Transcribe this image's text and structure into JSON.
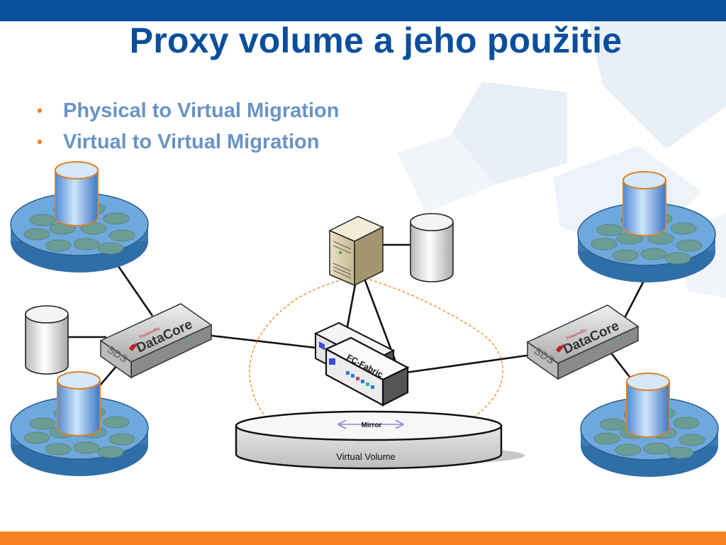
{
  "slide": {
    "title": "Proxy volume a jeho použitie",
    "bullets": [
      "Physical to Virtual Migration",
      "Virtual to Virtual Migration"
    ]
  },
  "diagram": {
    "fabric_label": "FC-Fabric",
    "mirror_label": "Mirror",
    "virtual_volume_label": "Virtual Volume",
    "appliance": {
      "brand_small": "PoweredBy",
      "brand": "DataCore",
      "badge": "SDS"
    }
  },
  "colors": {
    "header_bar": "#0a4f9c",
    "footer_bar": "#f58220",
    "title": "#0a4f9c",
    "bullet_text": "#6a93c4",
    "bullet_marker": "#f58220",
    "pool_fill": "#5b9bd5",
    "dashed_outline": "#f58220"
  }
}
